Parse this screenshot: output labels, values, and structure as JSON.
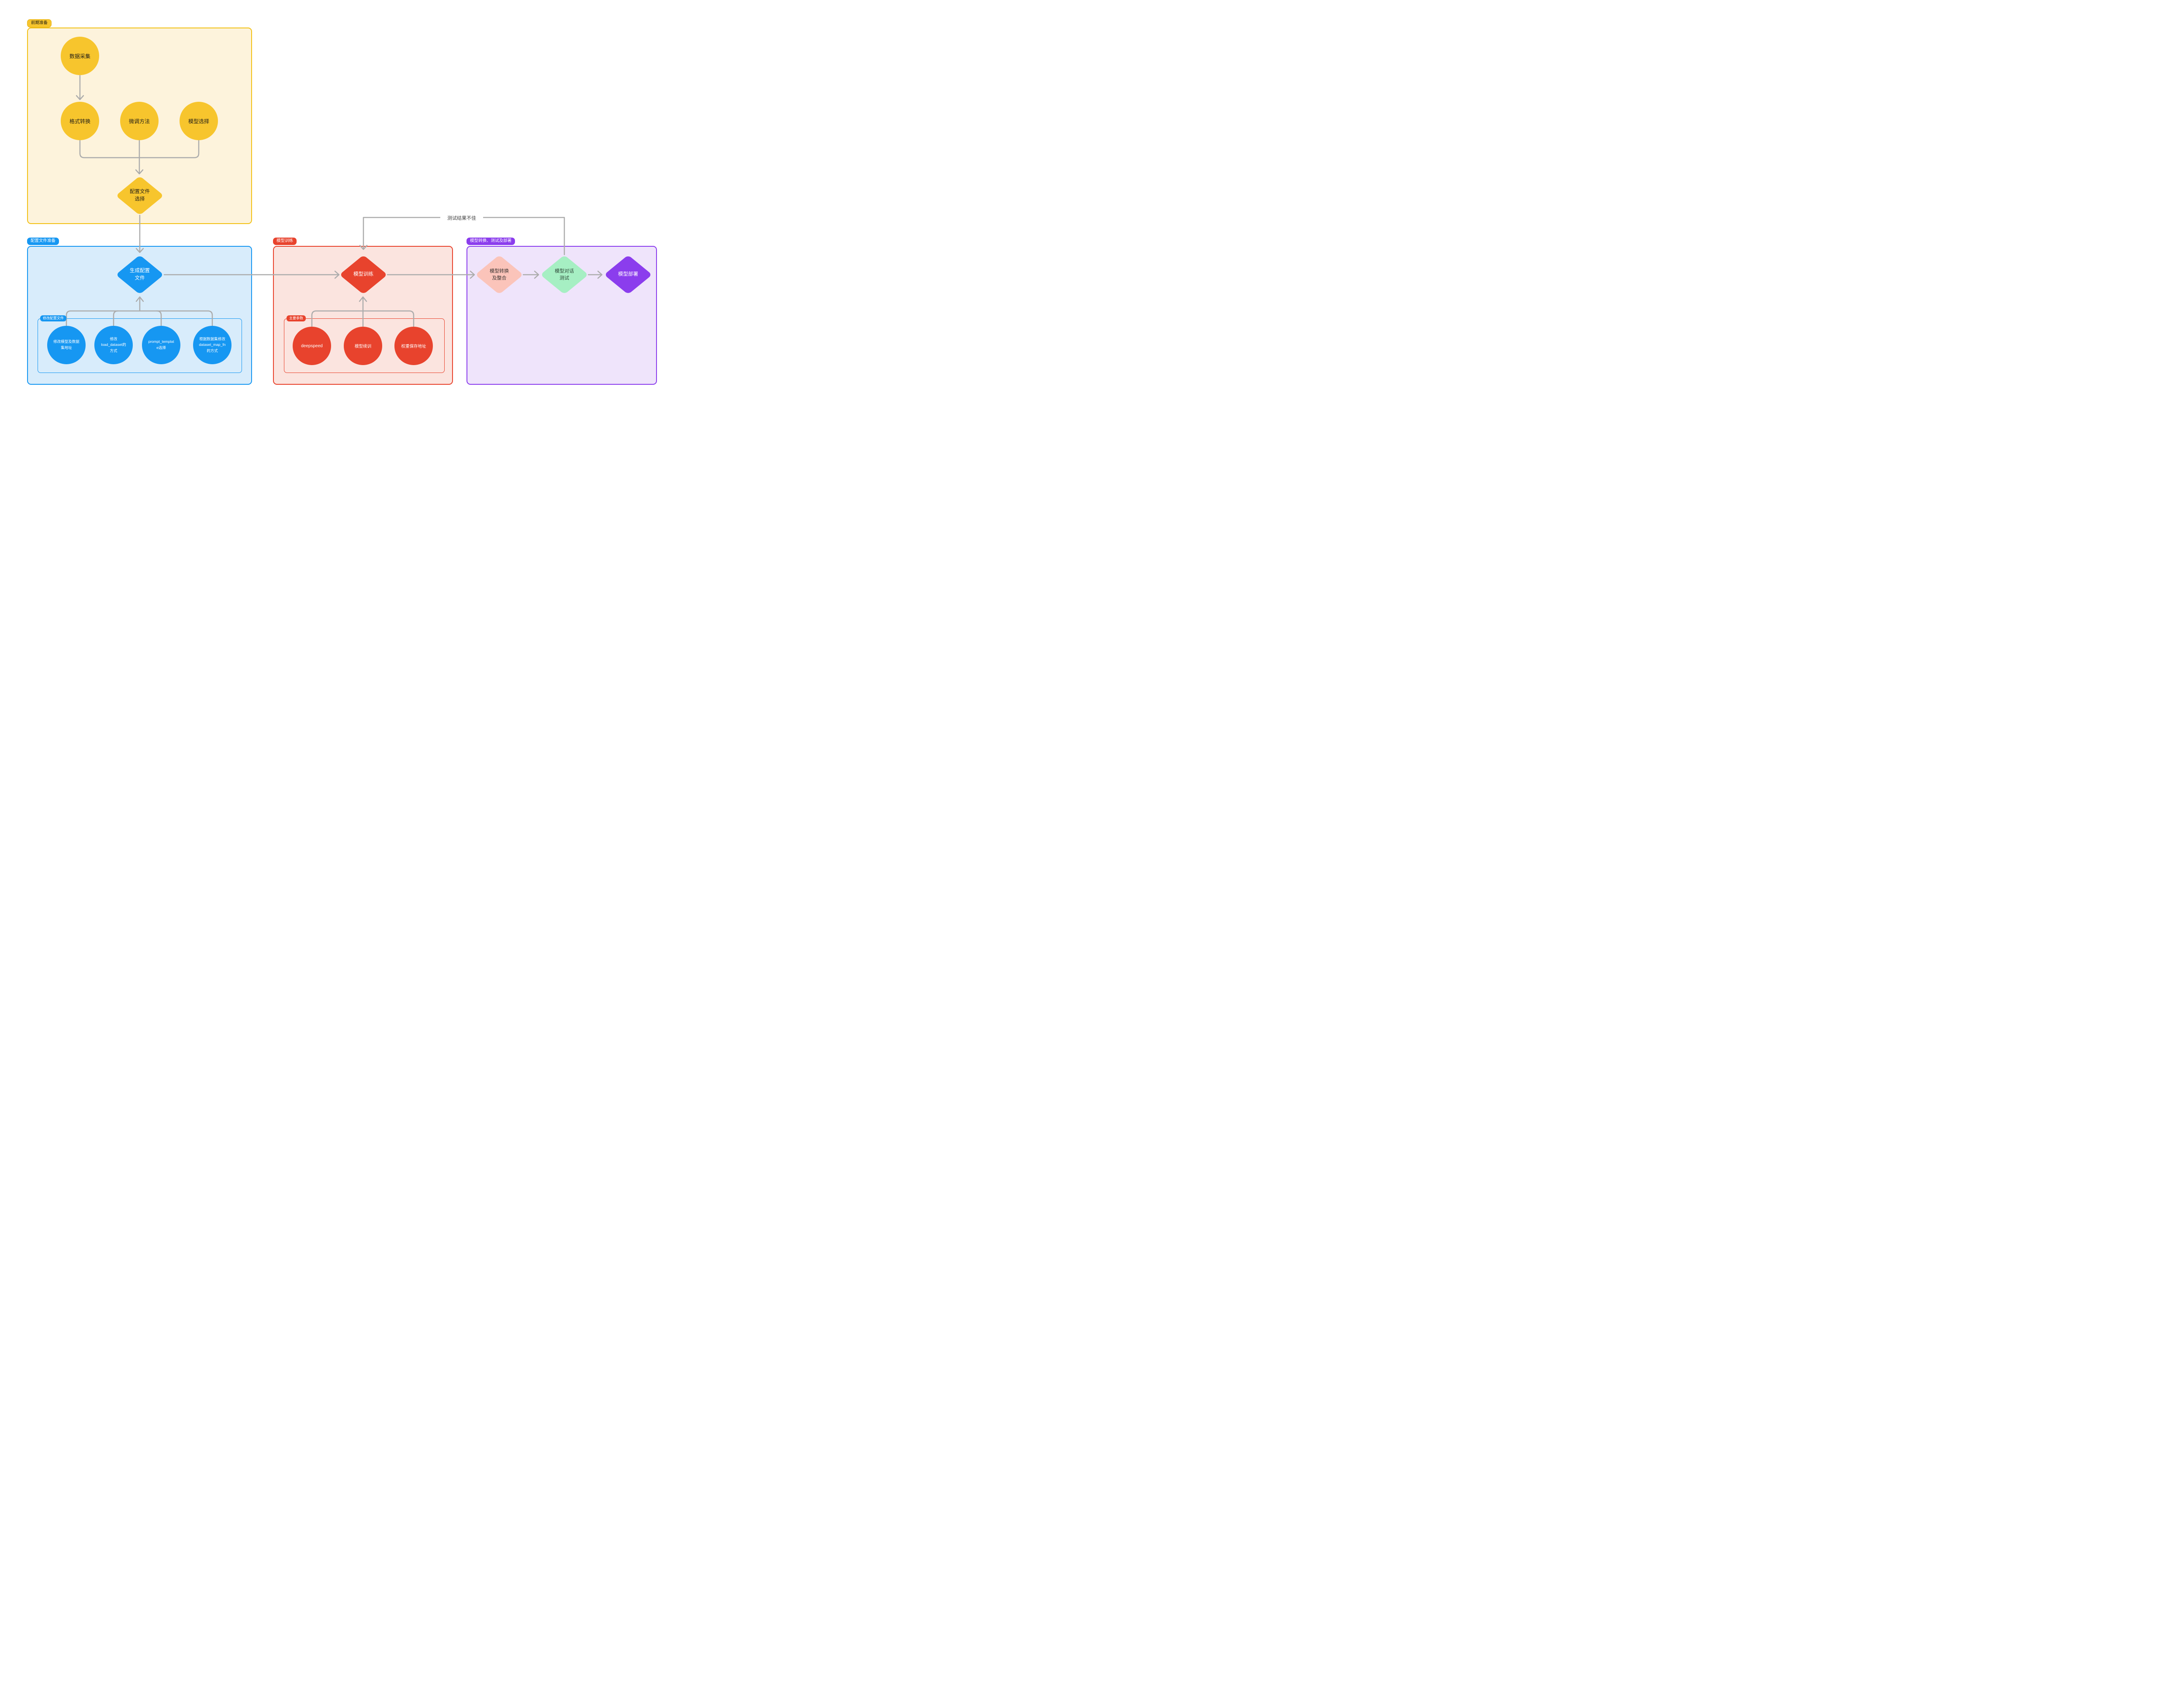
{
  "colors": {
    "yellow": "#F7C52D",
    "yellow_section_bg": "#FDF3DC",
    "yellow_section_border": "#F2C116",
    "blue": "#1697F2",
    "blue_section_bg": "#D8ECFB",
    "red": "#E8432D",
    "red_section_bg": "#FBE4DF",
    "purple": "#8B3DED",
    "purple_section_bg": "#EFE4FB",
    "pink_node": "#FBC4BA",
    "green_node": "#A6EFC3",
    "connector_gray": "#ACACAC"
  },
  "sections": {
    "prep": {
      "badge": "前期准备"
    },
    "config": {
      "badge": "配置文件准备",
      "modify_box_badge": "修改配置文件"
    },
    "training": {
      "badge": "模型训练",
      "params_box_badge": "主要参数"
    },
    "deploy": {
      "badge": "模型转换、测试及部署"
    }
  },
  "nodes": {
    "data_collection": "数据采集",
    "format_conversion": "格式转换",
    "finetune_method": "微调方法",
    "model_selection": "模型选择",
    "config_file_selection": "配置文件\n选择",
    "generate_config_file": "生成配置\n文件",
    "modify_model_dataset_addr": "修改模型及数据\n集地址",
    "modify_load_dataset": "修改\nload_dataset的\n方式",
    "prompt_template_choice": "prompt_templat\ne选择",
    "dataset_map_fn": "根据数据集修改\ndataset_map_fn\n的方式",
    "model_training": "模型训练",
    "deepspeed": "deepspeed",
    "model_resume": "模型续训",
    "weight_save_path": "权重保存地址",
    "model_convert_merge": "模型转换\n及整合",
    "model_chat_test": "模型对话\n测试",
    "model_deploy": "模型部署"
  },
  "edges": {
    "feedback_label": "测试结果不佳"
  }
}
